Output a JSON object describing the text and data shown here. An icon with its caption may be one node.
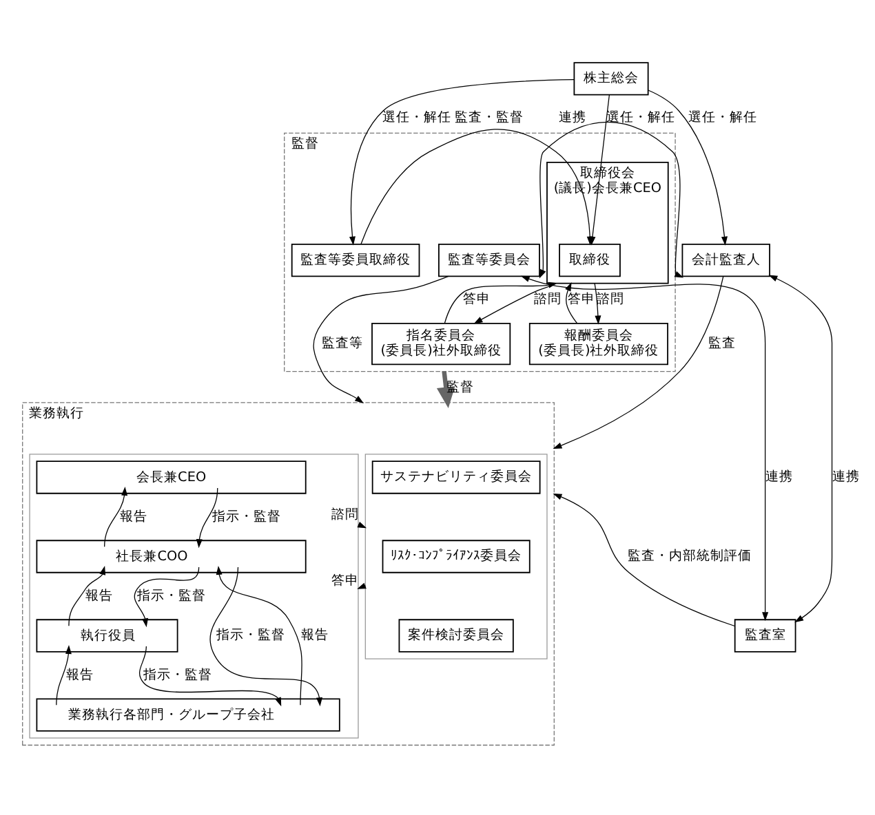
{
  "diagram": {
    "nodes": [
      {
        "text": [
          "株主総会"
        ]
      },
      {
        "text": [
          "監督"
        ]
      },
      {
        "text": [
          "取締役会",
          "(議長)会長兼CEO"
        ],
        "in": 1
      },
      {
        "text": [
          "取締役"
        ],
        "in": 2
      },
      {
        "text": [
          "監査等委員取締役"
        ],
        "in": 1
      },
      {
        "text": [
          "監査等委員会"
        ],
        "in": 1
      },
      {
        "text": [
          "指名委員会",
          "(委員長)社外取締役"
        ],
        "in": 1
      },
      {
        "text": [
          "報酬委員会",
          "(委員長)社外取締役"
        ],
        "in": 1
      },
      {
        "text": [
          "会計監査人"
        ]
      },
      {
        "text": [
          "業務執行"
        ]
      },
      {
        "text": [],
        "shape": "box",
        "in": 9
      },
      {
        "text": [
          "会長兼CEO"
        ],
        "in": 10
      },
      {
        "text": [
          "社長兼COO"
        ],
        "in": 10
      },
      {
        "text": [
          "執行役員"
        ],
        "in": 10
      },
      {
        "text": [
          "業務執行各部門・グループ子会社"
        ],
        "in": 10
      },
      {
        "text": [],
        "shape": "box",
        "in": 9
      },
      {
        "text": [
          "サステナビリティ委員会"
        ],
        "in": 15
      },
      {
        "text": [
          "ﾘｽｸ･ｺﾝﾌﾟﾗｲｱﾝｽ委員会"
        ],
        "in": 15
      },
      {
        "text": [
          "案件検討委員会"
        ],
        "in": 15
      },
      {
        "text": [
          "監査室"
        ]
      }
    ],
    "edges": [
      {
        "from": 0,
        "to": 3,
        "arrow": "to",
        "label": "選任・解任"
      },
      {
        "from": 0,
        "to": 4,
        "arrow": "to",
        "label": "選任・解任"
      },
      {
        "from": 0,
        "to": 8,
        "arrow": "to",
        "label": "選任・解任"
      },
      {
        "from": 4,
        "to": 3,
        "arrow": "to",
        "label": "監査・監督"
      },
      {
        "from": 5,
        "to": 8,
        "arrow": "both",
        "label": "連携"
      },
      {
        "from": 6,
        "to": 2,
        "arrow": "to",
        "label": "答申"
      },
      {
        "from": 2,
        "to": 6,
        "arrow": "to",
        "label": "諮問"
      },
      {
        "from": 7,
        "to": 2,
        "arrow": "to",
        "label": "答申"
      },
      {
        "from": 2,
        "to": 7,
        "arrow": "to",
        "label": "諮問"
      },
      {
        "from": 5,
        "to": 9,
        "arrow": "to",
        "label": "監査等"
      },
      {
        "from": 8,
        "to": 9,
        "arrow": "to",
        "label": "監査"
      },
      {
        "from": 19,
        "to": 5,
        "arrow": "both",
        "label": "連携"
      },
      {
        "from": 19,
        "to": 8,
        "arrow": "both",
        "label": "連携"
      },
      {
        "from": 1,
        "to": 9,
        "arrow": "to",
        "label": "監督",
        "style": "thick",
        "color": "#666666"
      },
      {
        "from": 12,
        "to": 11,
        "arrow": "to",
        "label": "報告"
      },
      {
        "from": 11,
        "to": 12,
        "arrow": "to",
        "label": "指示・監督"
      },
      {
        "from": 13,
        "to": 12,
        "arrow": "to",
        "label": "報告"
      },
      {
        "from": 12,
        "to": 13,
        "arrow": "to",
        "label": "指示・監督"
      },
      {
        "from": 14,
        "to": 13,
        "arrow": "to",
        "label": "報告"
      },
      {
        "from": 13,
        "to": 14,
        "arrow": "to",
        "label": "指示・監督"
      },
      {
        "from": 14,
        "to": 12,
        "arrow": "to",
        "label": "報告"
      },
      {
        "from": 12,
        "to": 14,
        "arrow": "to",
        "label": "指示・監督"
      },
      {
        "from": 10,
        "to": 15,
        "arrow": "to",
        "label": "諮問"
      },
      {
        "from": 15,
        "to": 10,
        "arrow": "to",
        "label": "答申"
      },
      {
        "from": 19,
        "to": 9,
        "arrow": "to",
        "label": "監査・内部統制評価"
      }
    ]
  }
}
